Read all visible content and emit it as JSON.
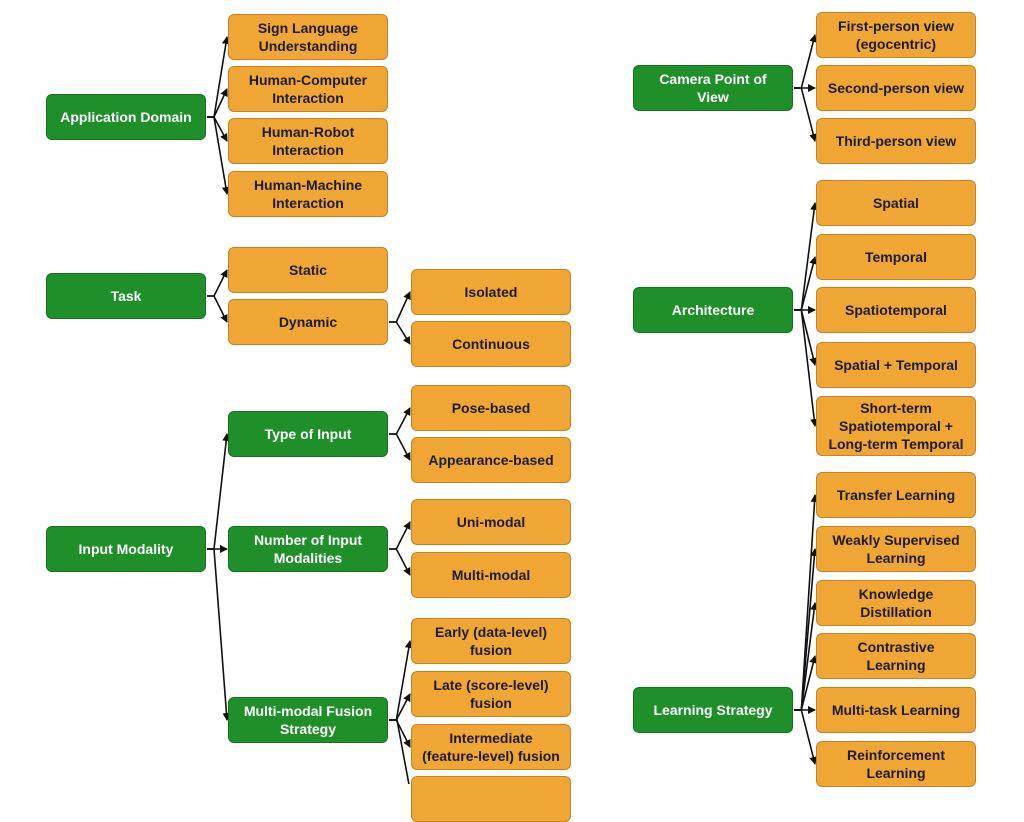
{
  "diagram": {
    "colors": {
      "category": "#1f8f2a",
      "leaf": "#f0a634",
      "edge": "#111111"
    },
    "nodes": {
      "app_domain": "Application Domain",
      "sign_lang": "Sign Language\nUnderstanding",
      "hci": "Human-Computer\nInteraction",
      "hri": "Human-Robot\nInteraction",
      "hmi": "Human-Machine\nInteraction",
      "task": "Task",
      "static": "Static",
      "dynamic": "Dynamic",
      "isolated": "Isolated",
      "continuous": "Continuous",
      "input_modality": "Input Modality",
      "type_input": "Type of Input",
      "pose": "Pose-based",
      "appearance": "Appearance-based",
      "num_modalities": "Number of Input\nModalities",
      "unimodal": "Uni-modal",
      "multimodal": "Multi-modal",
      "fusion": "Multi-modal Fusion\nStrategy",
      "early": "Early (data-level)\nfusion",
      "late": "Late (score-level)\nfusion",
      "intermediate": "Intermediate\n(feature-level) fusion",
      "camera": "Camera Point of\nView",
      "first_person": "First-person view\n(egocentric)",
      "second_person": "Second-person view",
      "third_person": "Third-person view",
      "architecture": "Architecture",
      "spatial": "Spatial",
      "temporal": "Temporal",
      "spatiotemporal": "Spatiotemporal",
      "spatial_temporal": "Spatial + Temporal",
      "short_long": "Short-term\nSpatiotemporal +\nLong-term Temporal",
      "learning": "Learning Strategy",
      "transfer": "Transfer Learning",
      "weakly": "Weakly Supervised\nLearning",
      "distill": "Knowledge\nDistillation",
      "contrastive": "Contrastive\nLearning",
      "multitask": "Multi-task Learning",
      "reinforcement": "Reinforcement\nLearning"
    }
  }
}
